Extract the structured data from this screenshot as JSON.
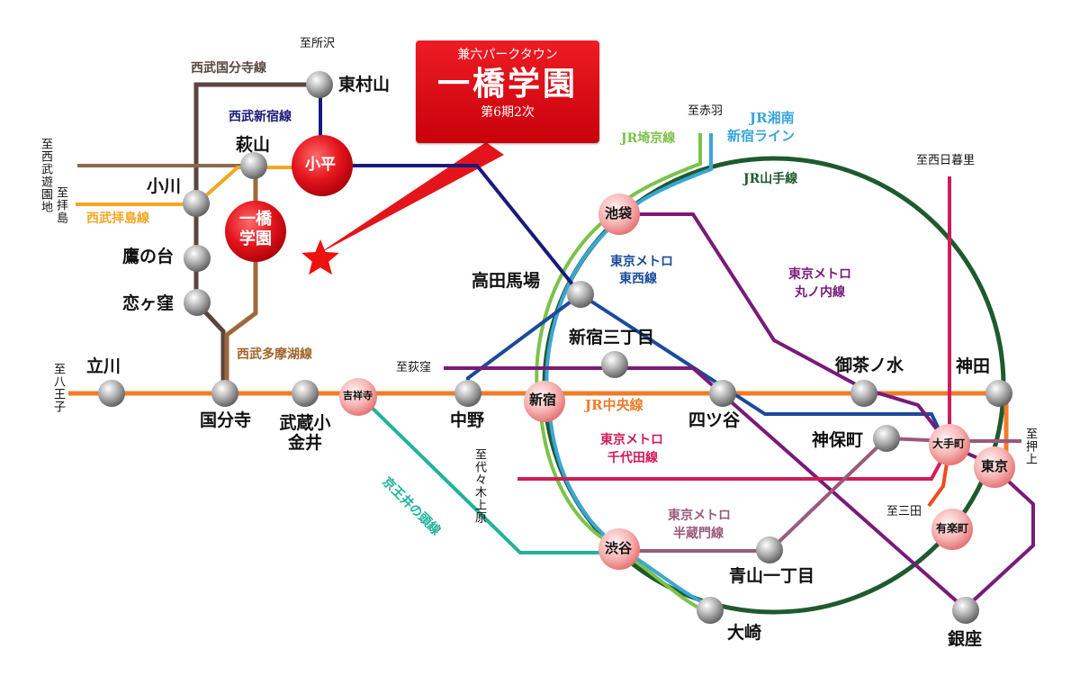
{
  "banner": {
    "subtitle": "兼六パークタウン",
    "title": "一橋学園",
    "phase": "第6期2次"
  },
  "lines": {
    "seibu_kokubunji": "西武国分寺線",
    "seibu_shinjuku": "西武新宿線",
    "seibu_haijima": "西武拝島線",
    "seibu_tamako": "西武多摩湖線",
    "jr_saikyo": "JR埼京線",
    "jr_shonan_1": "JR湘南",
    "jr_shonan_2": "新宿ライン",
    "jr_yamanote": "JR山手線",
    "jr_chuo": "JR中央線",
    "keio_inokashira": "京王井の頭線",
    "tozai_1": "東京メトロ",
    "tozai_2": "東西線",
    "marunouchi_1": "東京メトロ",
    "marunouchi_2": "丸ノ内線",
    "chiyoda_1": "東京メトロ",
    "chiyoda_2": "千代田線",
    "hanzomon_1": "東京メトロ",
    "hanzomon_2": "半蔵門線"
  },
  "stations": {
    "higashimurayama": "東村山",
    "hagiyama": "萩山",
    "kodaira": "小平",
    "hitotsubashi_gakuen": "一橋学園",
    "ogawa": "小川",
    "takanodai": "鷹の台",
    "koigakubo": "恋ヶ窪",
    "tachikawa": "立川",
    "kokubunji": "国分寺",
    "musashi_koganei": "武蔵小金井",
    "kichijoji": "吉祥寺",
    "nakano": "中野",
    "shinjuku": "新宿",
    "takadanobaba": "高田馬場",
    "ikebukuro": "池袋",
    "shinjuku_sanchome": "新宿三丁目",
    "yotsuya": "四ツ谷",
    "ochanomizu": "御茶ノ水",
    "kanda": "神田",
    "jimbocho": "神保町",
    "otemachi": "大手町",
    "tokyo": "東京",
    "yurakucho": "有楽町",
    "shibuya": "渋谷",
    "aoyama_itchome": "青山一丁目",
    "osaki": "大崎",
    "ginza": "銀座"
  },
  "directions": {
    "tokorozawa": "至所沢",
    "seibuyuenchi": "至西武遊園地",
    "haijima": "至拝島",
    "hachioji": "至八王子",
    "ogikubo": "至荻窪",
    "yoyogiuehara": "至代々木上原",
    "akabane": "至赤羽",
    "nishinippori": "至西日暮里",
    "oshiage": "至押上",
    "mita": "至三田"
  },
  "colors": {
    "seibu_kokubunji": "#5a4640",
    "seibu_shinjuku": "#1a1a7a",
    "seibu_haijima": "#f5a623",
    "seibu_tamako": "#9b6a3a",
    "seibu_yuenchi": "#8a6a4a",
    "jr_chuo": "#f07c2a",
    "jr_yamanote": "#1e5a2e",
    "jr_saikyo": "#7cc24a",
    "jr_shonan": "#3aa6d8",
    "tozai": "#1a4a9a",
    "marunouchi": "#7a1a7a",
    "chiyoda": "#d01c58",
    "hanzomon": "#9a5a7a",
    "keio_inokashira": "#20b29a",
    "mita_line": "#f04a1a",
    "label_tamako": "#a0642a",
    "label_haijima": "#f5a623",
    "banner_red": "#e4141c",
    "star": "#ee1111"
  }
}
